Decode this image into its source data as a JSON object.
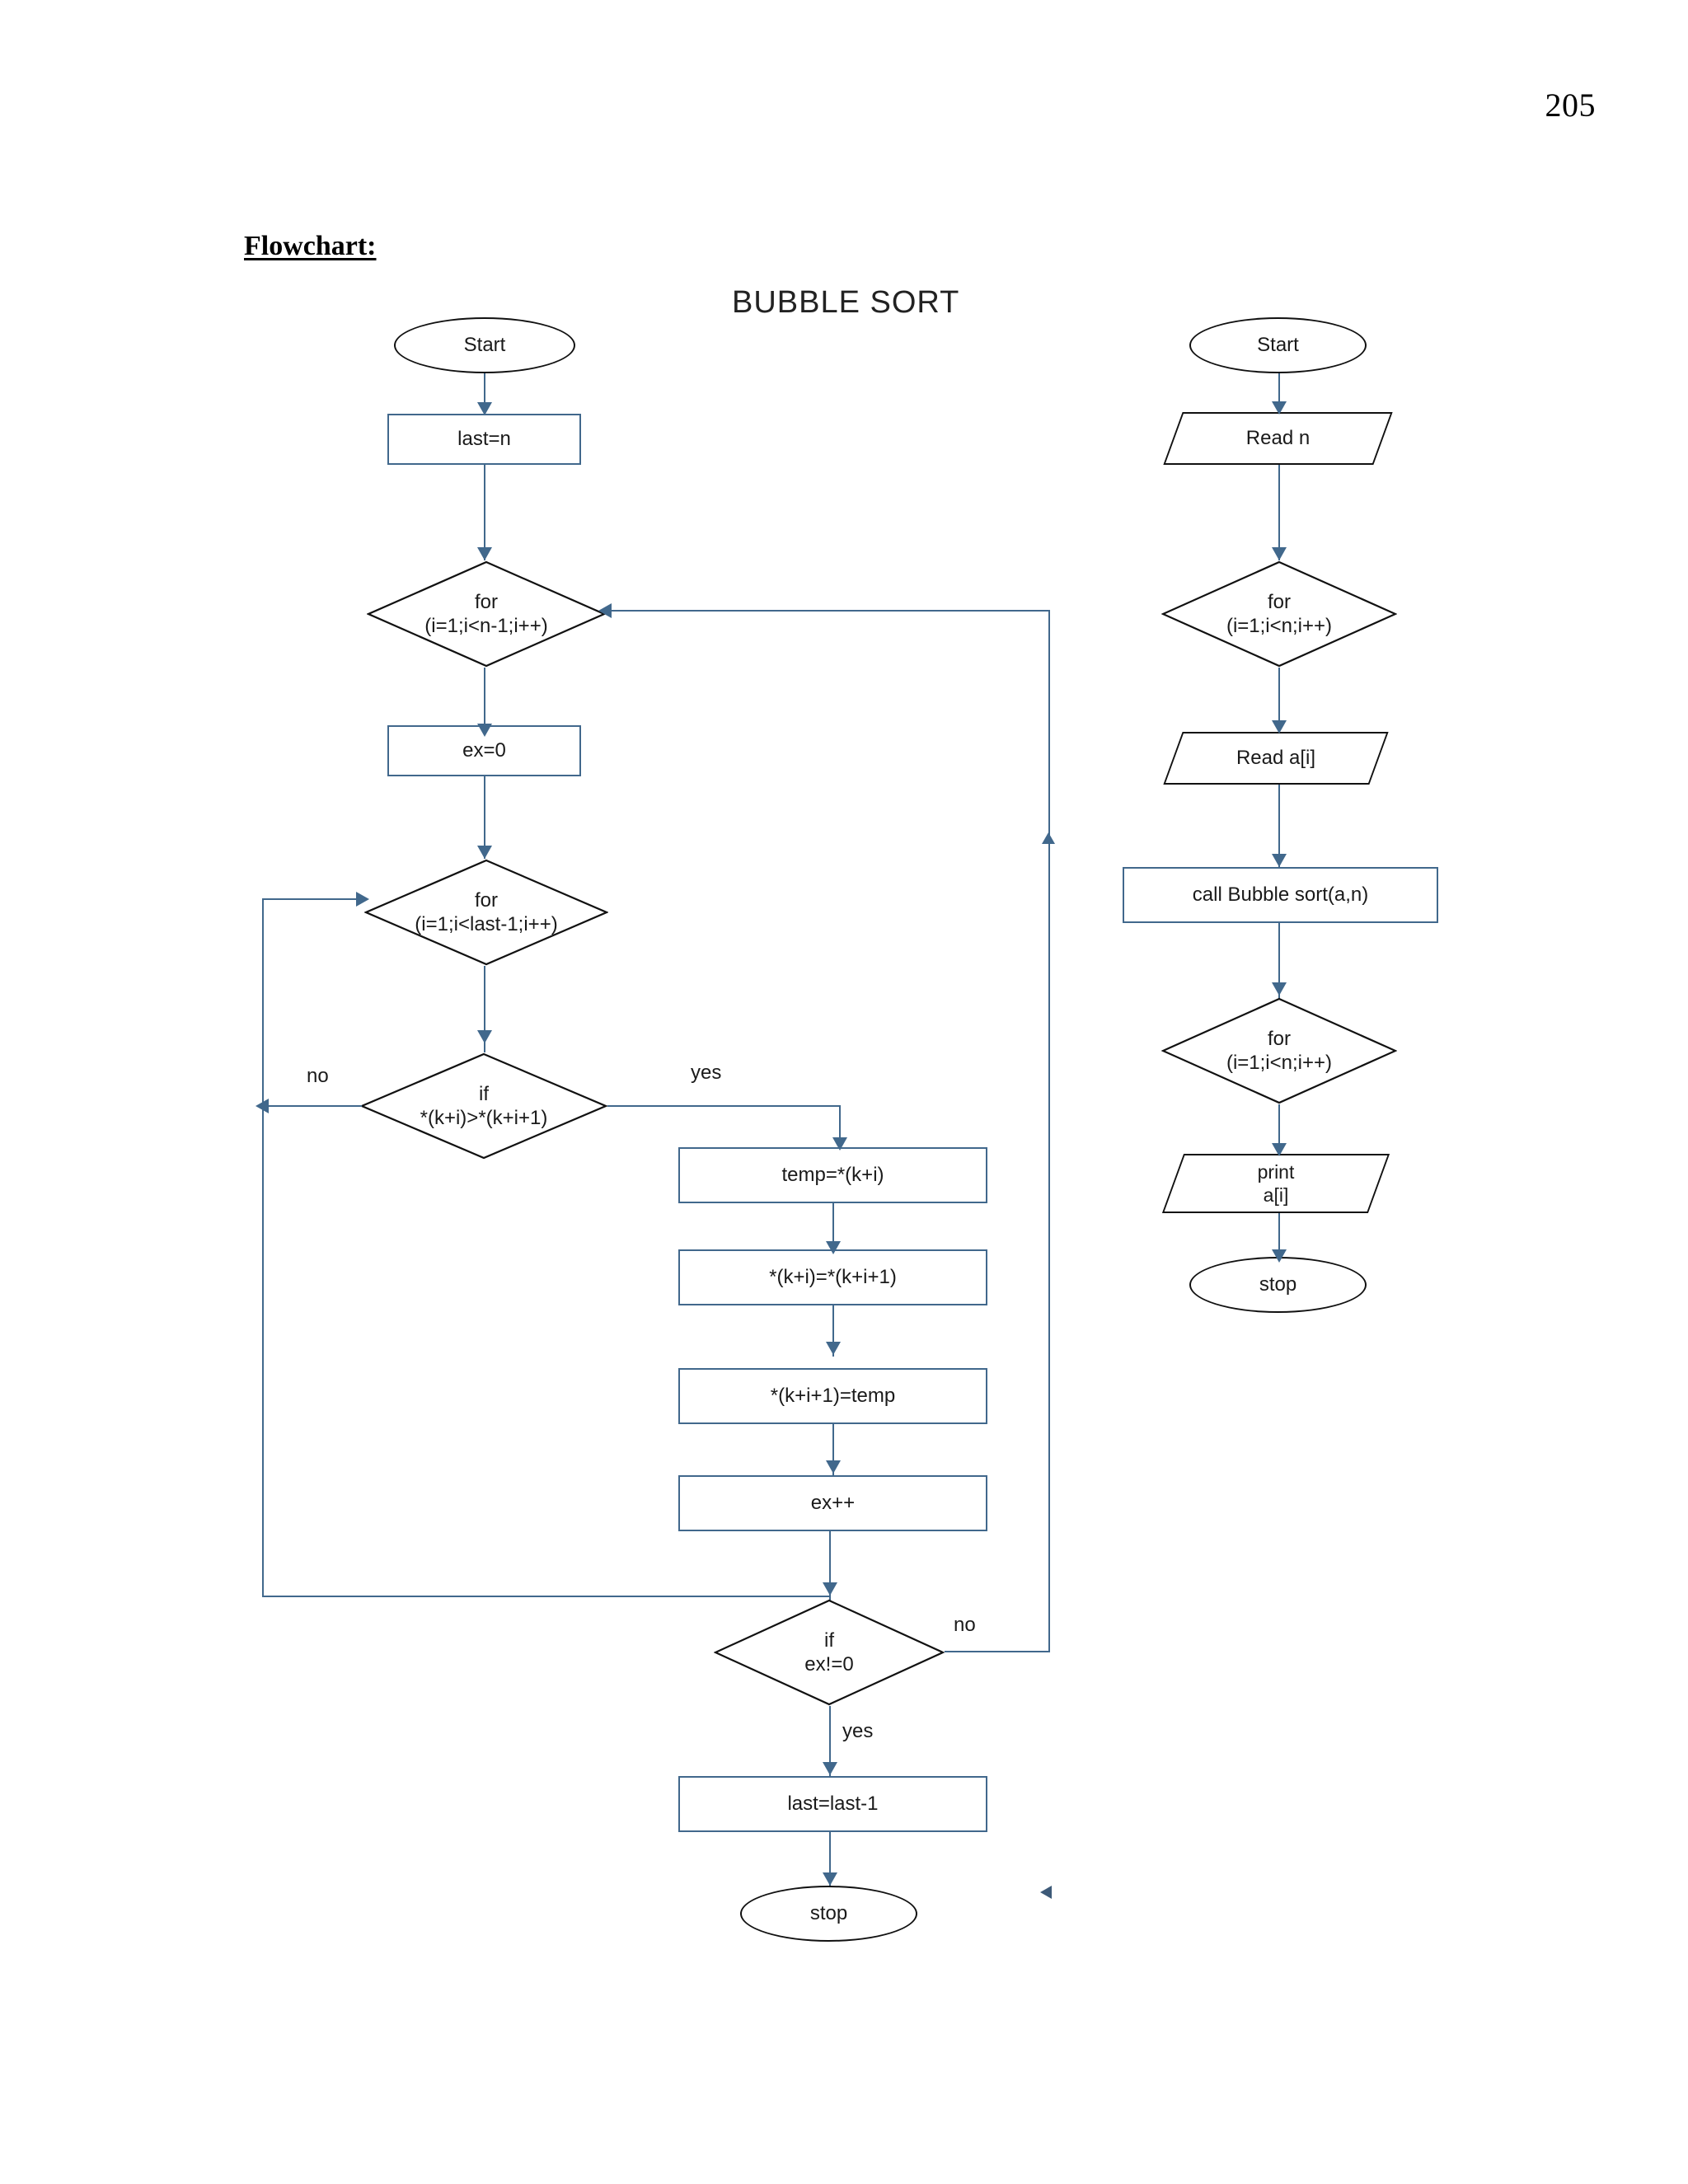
{
  "page": {
    "number": "205"
  },
  "heading": {
    "label": "Flowchart:"
  },
  "chart_data": {
    "type": "diagram",
    "title": "BUBBLE SORT",
    "diagram_kind": "flowchart",
    "charts": [
      {
        "name": "bubble-sort-procedure",
        "nodes": [
          {
            "id": "l-start",
            "shape": "terminator",
            "label": "Start"
          },
          {
            "id": "l-last-n",
            "shape": "process",
            "label": "last=n"
          },
          {
            "id": "l-for-n",
            "shape": "decision",
            "label": "for\n(i=1;i<n-1;i++)"
          },
          {
            "id": "l-ex0",
            "shape": "process",
            "label": "ex=0"
          },
          {
            "id": "l-for-last",
            "shape": "decision",
            "label": "for\n(i=1;i<last-1;i++)"
          },
          {
            "id": "l-if-cmp",
            "shape": "decision",
            "label": "if\n*(k+i)>*(k+i+1)"
          },
          {
            "id": "l-temp",
            "shape": "process",
            "label": "temp=*(k+i)"
          },
          {
            "id": "l-assign1",
            "shape": "process",
            "label": "*(k+i)=*(k+i+1)"
          },
          {
            "id": "l-assign2",
            "shape": "process",
            "label": "*(k+i+1)=temp"
          },
          {
            "id": "l-exinc",
            "shape": "process",
            "label": "ex++"
          },
          {
            "id": "l-if-ex",
            "shape": "decision",
            "label": "if\nex!=0"
          },
          {
            "id": "l-last-1",
            "shape": "process",
            "label": "last=last-1"
          },
          {
            "id": "l-stop",
            "shape": "terminator",
            "label": "stop"
          }
        ],
        "edges": [
          {
            "from": "l-start",
            "to": "l-last-n",
            "label": ""
          },
          {
            "from": "l-last-n",
            "to": "l-for-n",
            "label": ""
          },
          {
            "from": "l-for-n",
            "to": "l-ex0",
            "label": ""
          },
          {
            "from": "l-ex0",
            "to": "l-for-last",
            "label": ""
          },
          {
            "from": "l-for-last",
            "to": "l-if-cmp",
            "label": ""
          },
          {
            "from": "l-if-cmp",
            "to": "l-temp",
            "label": "yes"
          },
          {
            "from": "l-if-cmp",
            "to": "l-if-ex",
            "label": "no"
          },
          {
            "from": "l-temp",
            "to": "l-assign1",
            "label": ""
          },
          {
            "from": "l-assign1",
            "to": "l-assign2",
            "label": ""
          },
          {
            "from": "l-assign2",
            "to": "l-exinc",
            "label": ""
          },
          {
            "from": "l-exinc",
            "to": "l-if-ex",
            "label": ""
          },
          {
            "from": "l-if-ex",
            "to": "l-last-1",
            "label": "yes"
          },
          {
            "from": "l-if-ex",
            "to": "l-for-n",
            "label": "no"
          },
          {
            "from": "l-last-1",
            "to": "l-stop",
            "label": ""
          }
        ]
      },
      {
        "name": "main-driver",
        "nodes": [
          {
            "id": "r-start",
            "shape": "terminator",
            "label": "Start"
          },
          {
            "id": "r-read-n",
            "shape": "io",
            "label": "Read n"
          },
          {
            "id": "r-for-1",
            "shape": "decision",
            "label": "for\n(i=1;i<n;i++)"
          },
          {
            "id": "r-read-a",
            "shape": "io",
            "label": "Read a[i]"
          },
          {
            "id": "r-call",
            "shape": "process",
            "label": "call Bubble sort(a,n)"
          },
          {
            "id": "r-for-2",
            "shape": "decision",
            "label": "for\n(i=1;i<n;i++)"
          },
          {
            "id": "r-print",
            "shape": "io",
            "label": "print\na[i]"
          },
          {
            "id": "r-stop",
            "shape": "terminator",
            "label": "stop"
          }
        ],
        "edges": [
          {
            "from": "r-start",
            "to": "r-read-n",
            "label": ""
          },
          {
            "from": "r-read-n",
            "to": "r-for-1",
            "label": ""
          },
          {
            "from": "r-for-1",
            "to": "r-read-a",
            "label": ""
          },
          {
            "from": "r-read-a",
            "to": "r-call",
            "label": ""
          },
          {
            "from": "r-call",
            "to": "r-for-2",
            "label": ""
          },
          {
            "from": "r-for-2",
            "to": "r-print",
            "label": ""
          },
          {
            "from": "r-print",
            "to": "r-stop",
            "label": ""
          }
        ]
      }
    ],
    "edge_labels": {
      "cmp_no": "no",
      "cmp_yes": "yes",
      "ex_no": "no",
      "ex_yes": "yes"
    },
    "colors": {
      "process_border": "#41688c",
      "connector": "#41688c",
      "decision_border": "#111111",
      "terminator_border": "#111111",
      "text": "#1a1a1a",
      "background": "#ffffff"
    }
  }
}
